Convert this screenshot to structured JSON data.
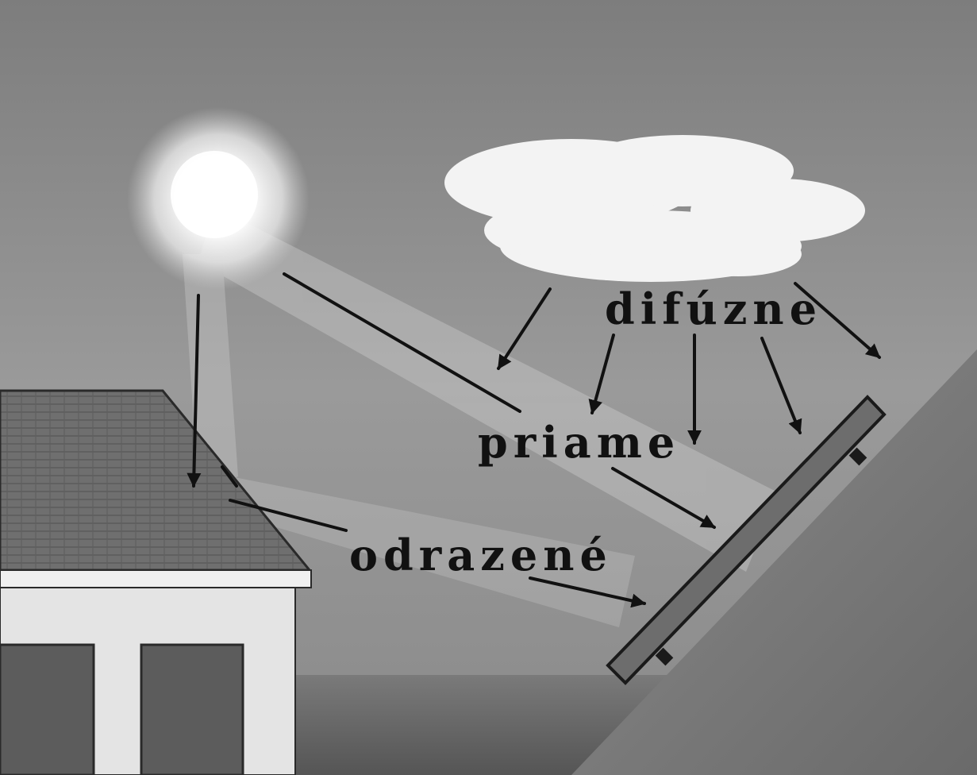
{
  "labels": {
    "diffuse": "difúzne",
    "direct": "priame",
    "reflected": "odrazené"
  },
  "colors": {
    "sky": "#8c8c8c",
    "cloud": "#f2f2f2",
    "sun": "#ffffff",
    "roof": "#6e6e6e",
    "wall": "#e6e6e6",
    "window": "#5a5a5a",
    "ground": "#6a6a6a",
    "panel": "#6e6e6e",
    "arrow": "#111111"
  },
  "icons": {
    "sun": "sun-icon",
    "cloud": "cloud-icon",
    "house": "house-icon",
    "panel": "solar-panel-icon"
  }
}
